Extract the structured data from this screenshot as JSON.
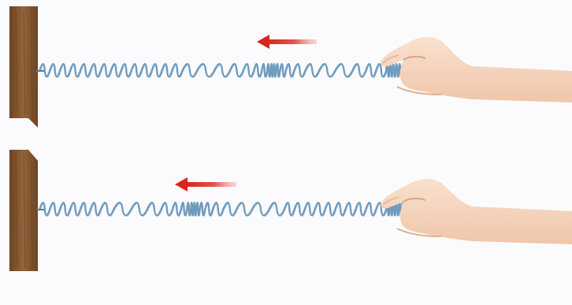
{
  "colors": {
    "background": "#fbfbfd",
    "wall_wood": "#8a5a33",
    "wall_wood_dark": "#5e3a1d",
    "spring": "#6f9bbf",
    "spring_dark": "#4b7aa3",
    "arrow_red": "#d7261e",
    "skin": "#f6d6bf",
    "skin_shadow": "#e2b394"
  },
  "panels": [
    {
      "name": "top-panel",
      "arrow_direction": "left",
      "spring_coil_count": 34,
      "compression_region": "right-of-center"
    },
    {
      "name": "bottom-panel",
      "arrow_direction": "left",
      "spring_coil_count": 34,
      "compression_region": "left-of-center"
    }
  ],
  "icons": [
    "wall-icon",
    "spring-icon",
    "arrow-left-icon",
    "hand-icon"
  ]
}
